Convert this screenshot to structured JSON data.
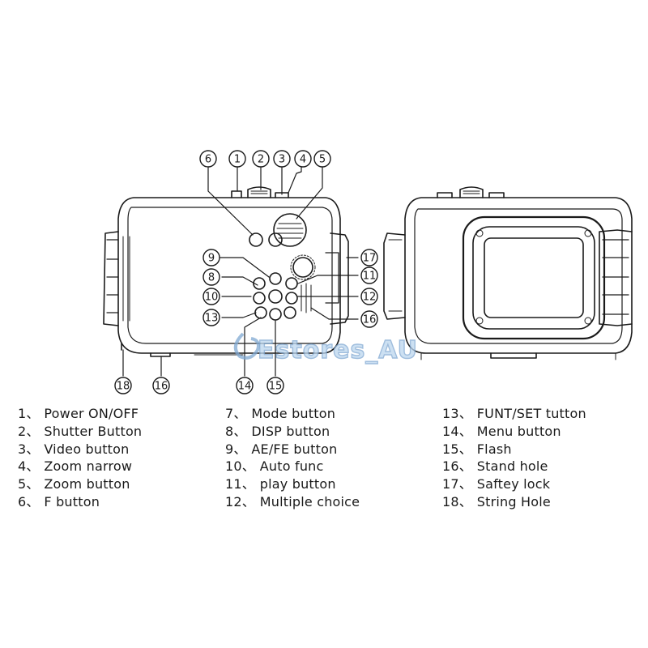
{
  "watermark": "Estores_AU",
  "legend": [
    {
      "number": "1",
      "label": "Power ON/OFF"
    },
    {
      "number": "2",
      "label": "Shutter Button"
    },
    {
      "number": "3",
      "label": "Video button"
    },
    {
      "number": "4",
      "label": "Zoom narrow"
    },
    {
      "number": "5",
      "label": "Zoom button"
    },
    {
      "number": "6",
      "label": "F button"
    },
    {
      "number": "7",
      "label": "Mode button"
    },
    {
      "number": "8",
      "label": "DISP button"
    },
    {
      "number": "9",
      "label": "AE/FE button"
    },
    {
      "number": "10",
      "label": "Auto func"
    },
    {
      "number": "11",
      "label": "play button"
    },
    {
      "number": "12",
      "label": "Multiple choice"
    },
    {
      "number": "13",
      "label": "FUNT/SET tutton"
    },
    {
      "number": "14",
      "label": "Menu button"
    },
    {
      "number": "15",
      "label": "Flash"
    },
    {
      "number": "16",
      "label": "Stand hole"
    },
    {
      "number": "17",
      "label": "Saftey lock"
    },
    {
      "number": "18",
      "label": "String Hole"
    }
  ],
  "legend_separator": "、",
  "callouts": [
    "6",
    "1",
    "2",
    "3",
    "4",
    "5",
    "9",
    "17",
    "8",
    "11",
    "10",
    "12",
    "13",
    "16",
    "18",
    "16",
    "14",
    "15"
  ]
}
